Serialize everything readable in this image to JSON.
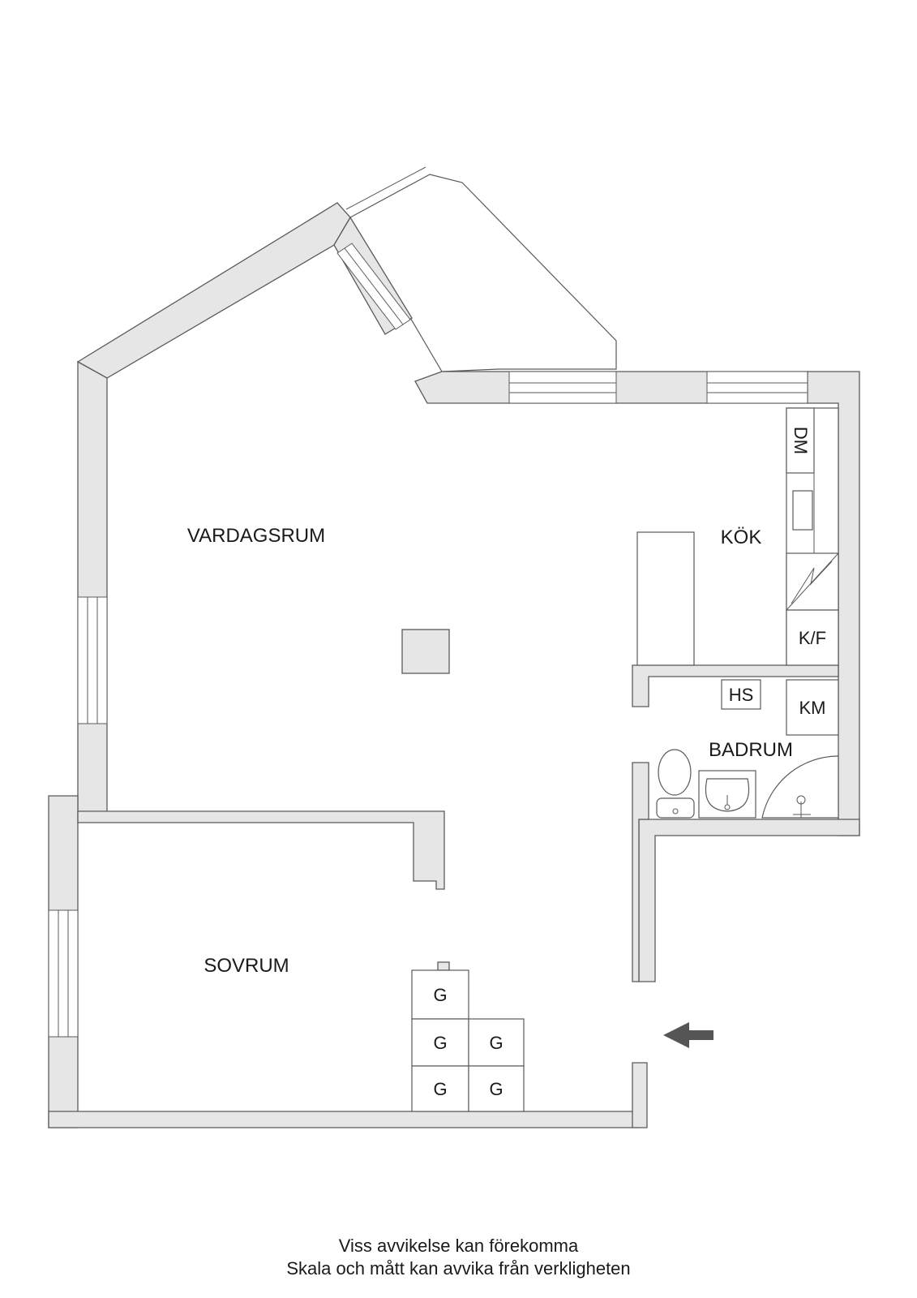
{
  "rooms": {
    "living": "VARDAGSRUM",
    "kitchen": "KÖK",
    "bathroom": "BADRUM",
    "bedroom": "SOVRUM"
  },
  "appliances": {
    "dishwasher": "DM",
    "fridge_freezer": "K/F",
    "hat_shelf": "HS",
    "washing_machine": "KM",
    "wardrobe": [
      "G",
      "G",
      "G",
      "G",
      "G"
    ]
  },
  "entrance_icon": "arrow-left-icon",
  "colors": {
    "wall": "#e6e6e6",
    "line": "#5a5a5a",
    "arrow": "#555555"
  },
  "disclaimer": {
    "line1": "Viss avvikelse kan förekomma",
    "line2": "Skala och mått kan avvika från verkligheten"
  }
}
